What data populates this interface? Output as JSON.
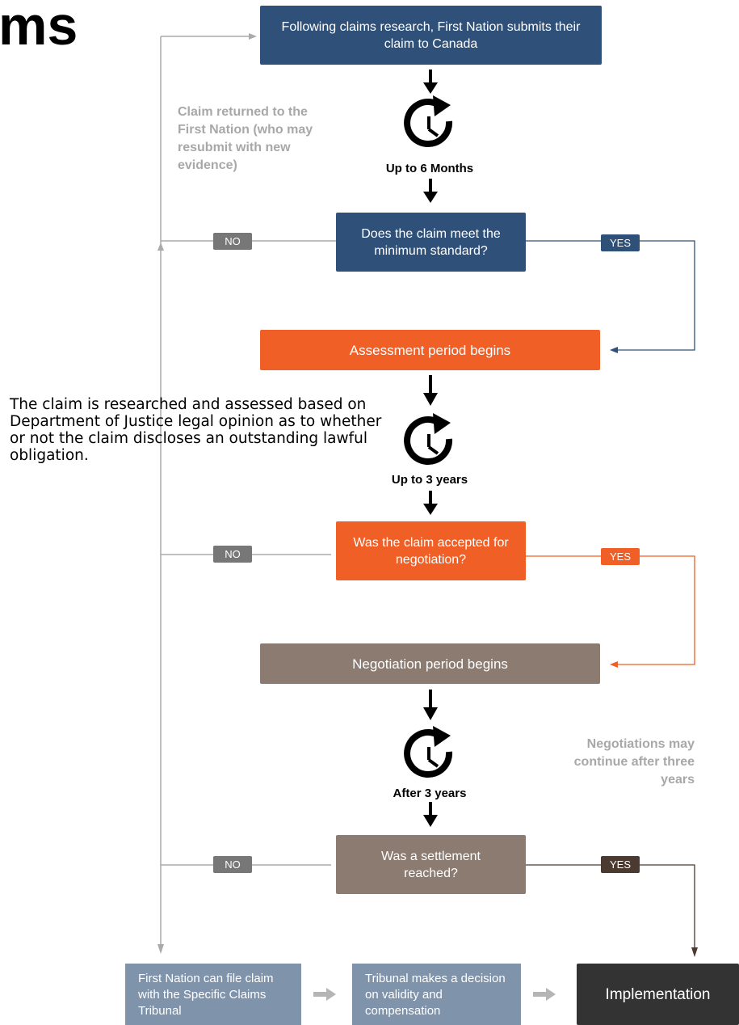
{
  "page": {
    "title": "ms"
  },
  "nodes": {
    "submit": "Following claims research, First Nation submits their claim to Canada",
    "minimum_standard": "Does the claim meet the minimum standard?",
    "assessment": "Assessment period begins",
    "accepted": "Was the claim accepted for negotiation?",
    "negotiation": "Negotiation period begins",
    "settlement": "Was a settlement reached?",
    "tribunal_file": "First Nation can file claim with the Specific Claims Tribunal",
    "tribunal_decision": "Tribunal makes a decision on validity and compensation",
    "implementation": "Implementation"
  },
  "timers": {
    "t1": "Up to 6 Months",
    "t2": "Up to 3 years",
    "t3": "After 3 years"
  },
  "labels": {
    "no": "NO",
    "yes": "YES"
  },
  "notes": {
    "returned": "Claim returned to the First Nation (who may resubmit with new evidence)",
    "continue": "Negotiations may continue after three years",
    "research": "The claim is researched and assessed based on Department of Justice legal opinion as to whether or not the claim discloses an outstanding lawful obligation."
  },
  "colors": {
    "blue": "#2f5078",
    "orange": "#ef5f26",
    "brown": "#8c7b70",
    "grey_blue": "#7f93ab",
    "dark": "#333333"
  }
}
